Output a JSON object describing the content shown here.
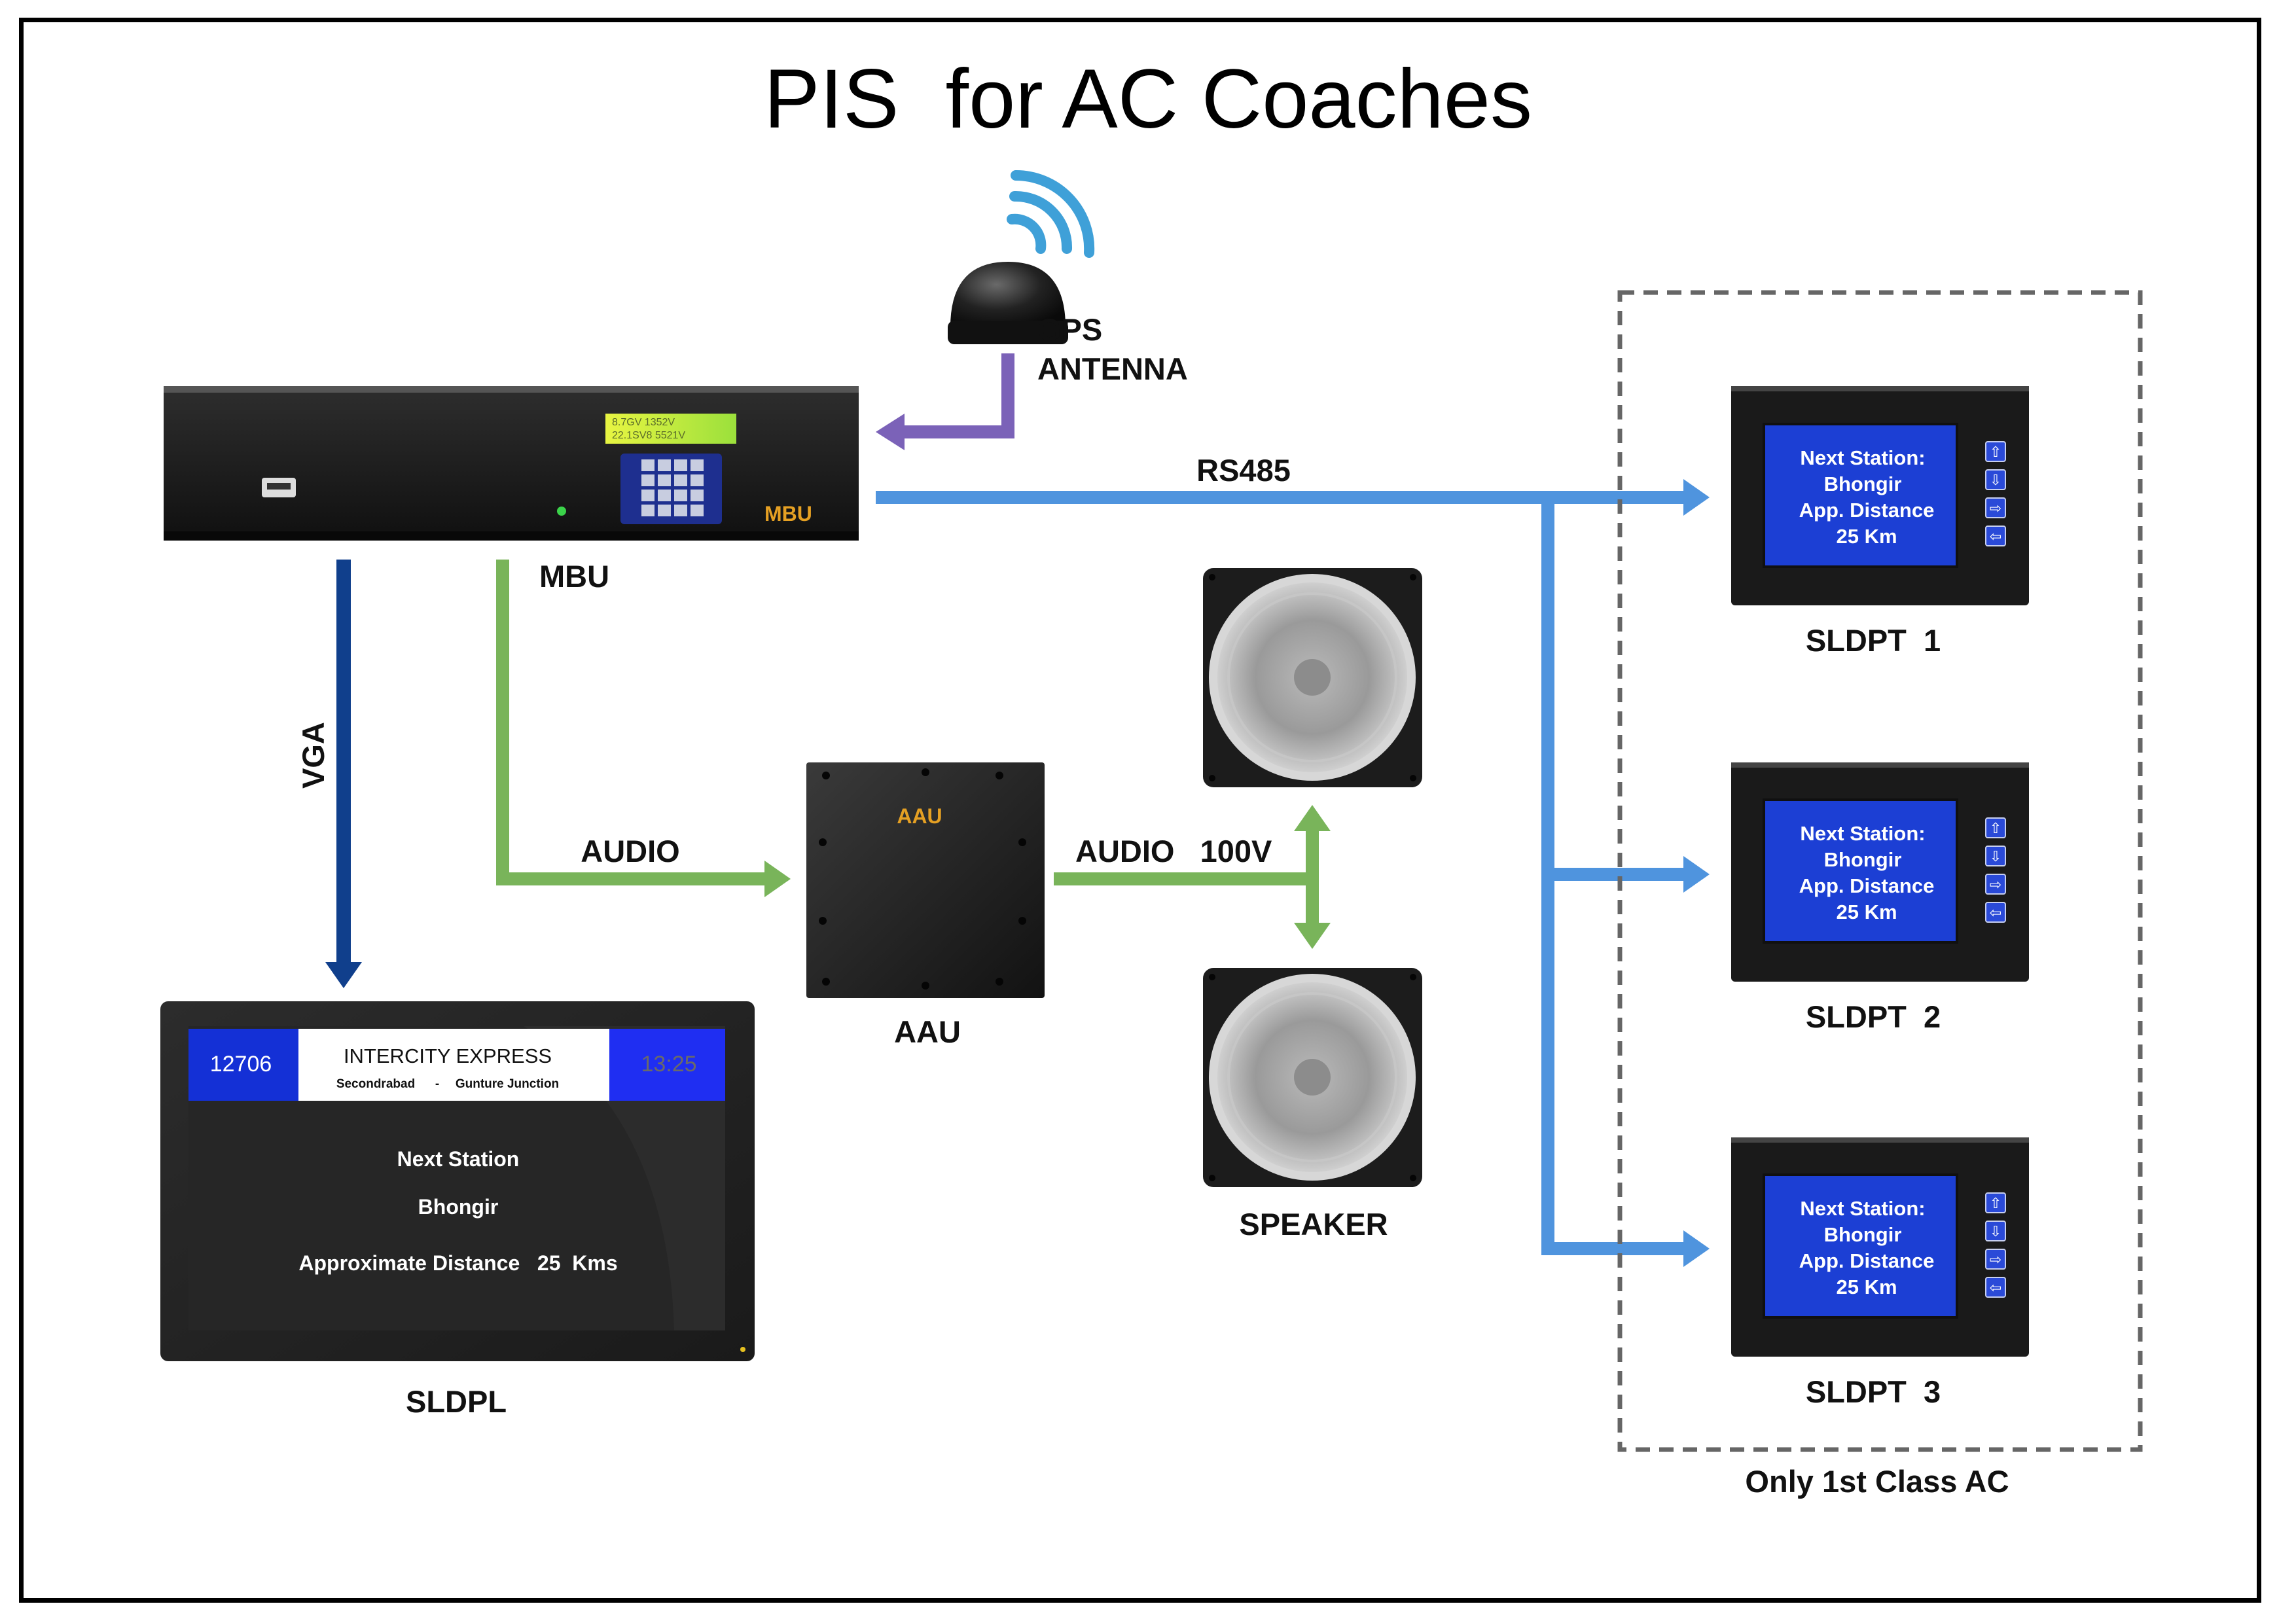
{
  "diagram": {
    "title": "PIS  for AC Coaches",
    "colors": {
      "gps_link": "#7b62b8",
      "rs485_link": "#4f94de",
      "vga_link": "#103f8c",
      "audio_link": "#79b45a",
      "display_blue": "#1430d6",
      "device_label_orange": "#e5a023"
    },
    "gps": {
      "label_line1": "GPS",
      "label_line2": "ANTENNA"
    },
    "mbu": {
      "label": "MBU",
      "panel_label": "MBU",
      "lcd_line1": "8.7GV   1352V",
      "lcd_line2": "22.1SV8   5521V"
    },
    "links": {
      "rs485": "RS485",
      "vga": "VGA",
      "audio_in": "AUDIO",
      "audio_out": "AUDIO   100V"
    },
    "aau": {
      "label": "AAU",
      "panel_label": "AAU"
    },
    "speaker": {
      "label": "SPEAKER"
    },
    "sldpl": {
      "label": "SLDPL",
      "train_number": "12706",
      "train_name": "INTERCITY EXPRESS",
      "route_from": "Secondrabad",
      "route_sep": "-",
      "route_to": "Gunture Junction",
      "time": "13:25",
      "next_station_label": "Next Station",
      "next_station": "Bhongir",
      "distance_text": "Approximate Distance   25  Kms"
    },
    "sldpt_screen": {
      "line1": "Next Station:",
      "line2": "Bhongir",
      "line3": "App. Distance",
      "line4": "25 Km"
    },
    "sldpt_units": [
      {
        "label": "SLDPT  1"
      },
      {
        "label": "SLDPT  2"
      },
      {
        "label": "SLDPT  3"
      }
    ],
    "group_label": "Only 1st Class AC"
  }
}
